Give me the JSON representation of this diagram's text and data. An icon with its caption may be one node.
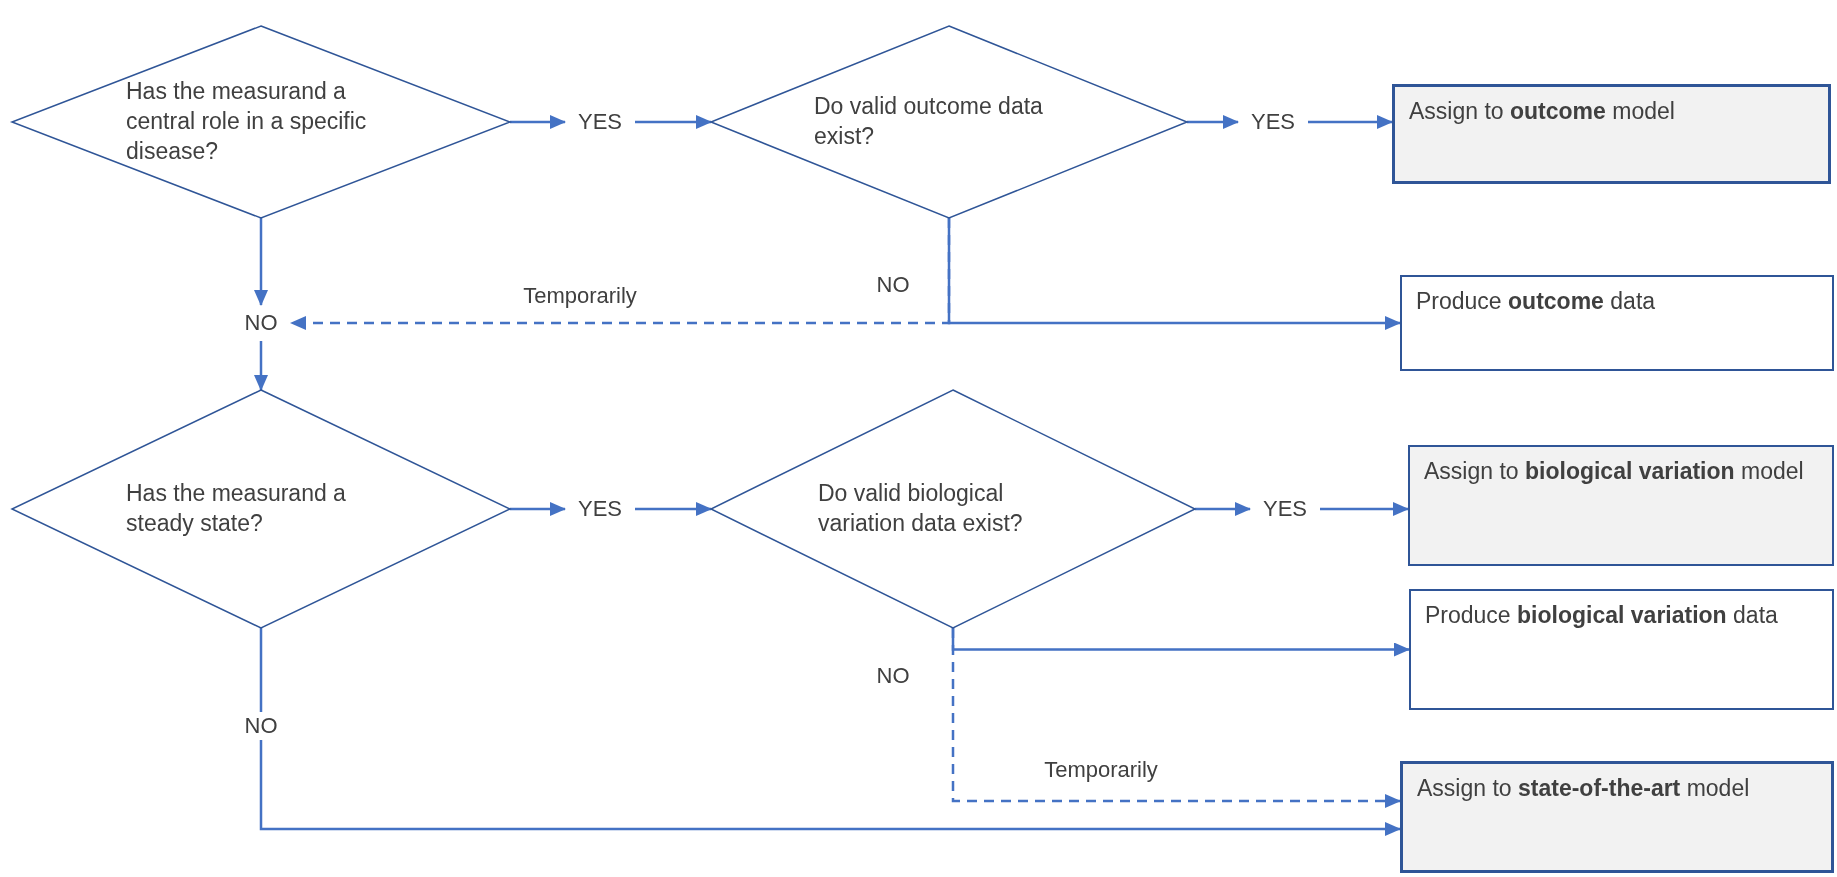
{
  "diagram": {
    "nodes": [
      {
        "text": [
          "Has the measurand a central role in a specific disease?"
        ]
      },
      {
        "text": [
          "YES"
        ]
      },
      {
        "text": [
          "Do valid outcome data exist?"
        ]
      },
      {
        "text": [
          "YES"
        ]
      },
      {
        "text": [
          "Assign to **outcome** model"
        ]
      },
      {
        "text": [
          "Produce **outcome** data"
        ]
      },
      {
        "text": [
          "NO"
        ]
      },
      {
        "text": [
          "Has the measurand a steady state?"
        ]
      },
      {
        "text": [
          "YES"
        ]
      },
      {
        "text": [
          "Do valid biological variation data exist?"
        ]
      },
      {
        "text": [
          "YES"
        ]
      },
      {
        "text": [
          "Assign to **biological variation** model"
        ]
      },
      {
        "text": [
          "Produce **biological variation** data"
        ]
      },
      {
        "text": [
          "Assign to **state-of-the-art** model"
        ]
      }
    ],
    "edges": [
      {
        "from": 0,
        "to": 1,
        "arrow": "to"
      },
      {
        "from": 1,
        "to": 2,
        "arrow": "to"
      },
      {
        "from": 2,
        "to": 3,
        "arrow": "to"
      },
      {
        "from": 3,
        "to": 4,
        "arrow": "to"
      },
      {
        "from": 2,
        "to": 5,
        "arrow": "to",
        "label": "NO"
      },
      {
        "from": 2,
        "to": 6,
        "arrow": "to",
        "label": "Temporarily",
        "style": "dashed"
      },
      {
        "from": 0,
        "to": 6,
        "arrow": "to"
      },
      {
        "from": 6,
        "to": 7,
        "arrow": "to"
      },
      {
        "from": 7,
        "to": 8,
        "arrow": "to"
      },
      {
        "from": 8,
        "to": 9,
        "arrow": "to"
      },
      {
        "from": 9,
        "to": 10,
        "arrow": "to"
      },
      {
        "from": 10,
        "to": 11,
        "arrow": "to"
      },
      {
        "from": 9,
        "to": 12,
        "arrow": "to",
        "label": "NO"
      },
      {
        "from": 9,
        "to": 13,
        "arrow": "to",
        "label": "Temporarily",
        "style": "dashed"
      },
      {
        "from": 7,
        "to": 13,
        "arrow": "to",
        "label": "NO"
      }
    ]
  }
}
